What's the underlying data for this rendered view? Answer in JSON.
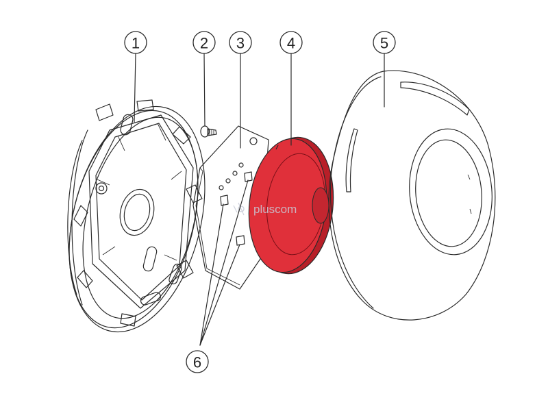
{
  "callouts": [
    {
      "label": "1"
    },
    {
      "label": "2"
    },
    {
      "label": "3"
    },
    {
      "label": "4"
    },
    {
      "label": "5"
    },
    {
      "label": "6"
    }
  ],
  "watermark": {
    "text": "pluscom"
  },
  "colors": {
    "line": "#2a2a2a",
    "red_part": "#e0303a",
    "red_dark": "#b81f28",
    "board": "#d4d4d4",
    "background": "#ffffff"
  }
}
